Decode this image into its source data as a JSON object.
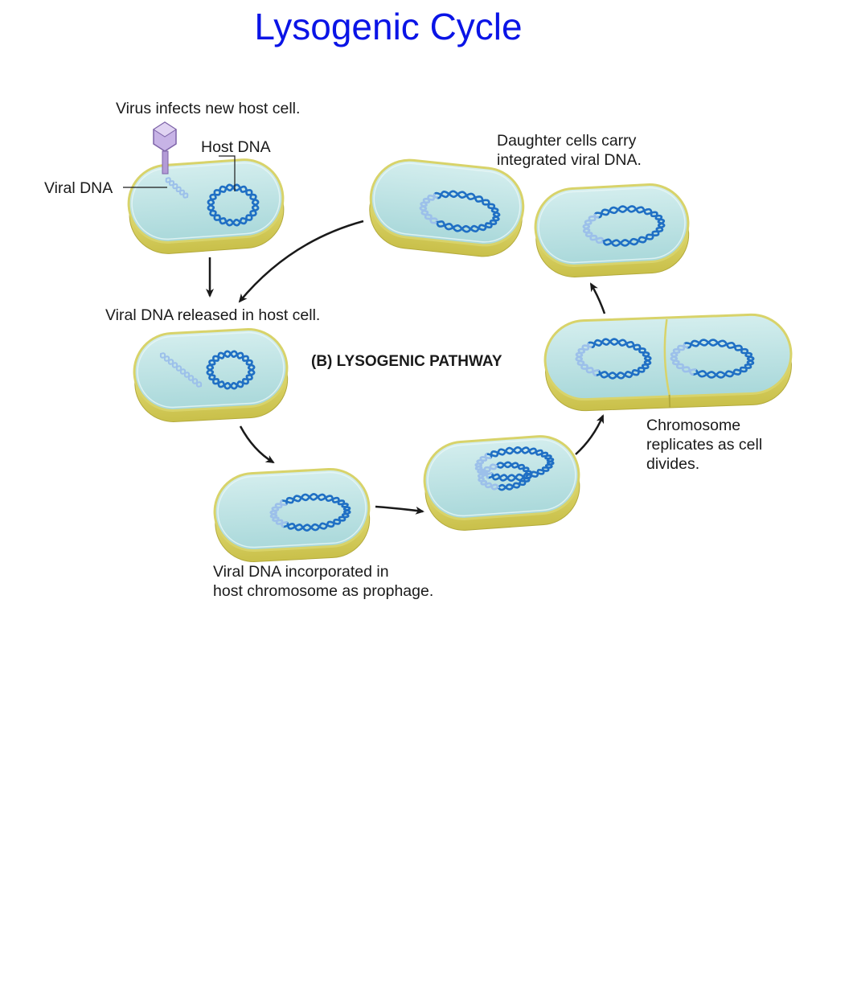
{
  "title": "Lysogenic Cycle",
  "pathway_label": "(B) LYSOGENIC PATHWAY",
  "labels": {
    "virus_infects": "Virus infects new host cell.",
    "host_dna": "Host DNA",
    "viral_dna": "Viral DNA",
    "viral_released": "Viral DNA released in host cell.",
    "incorporated_line1": "Viral DNA incorporated in",
    "incorporated_line2": "host chromosome as prophage.",
    "replicates_line1": "Chromosome",
    "replicates_line2": "replicates as cell",
    "replicates_line3": "divides.",
    "daughter_line1": "Daughter cells carry",
    "daughter_line2": "integrated viral DNA."
  },
  "colors": {
    "title": "#0a14e6",
    "cell_top": "#bfe3e3",
    "cell_wall": "#e4df73",
    "host_dna": "#1f6fc4",
    "viral_dna": "#9cc0ea",
    "virus": "#b39bd6",
    "arrow": "#1a1a1a"
  }
}
